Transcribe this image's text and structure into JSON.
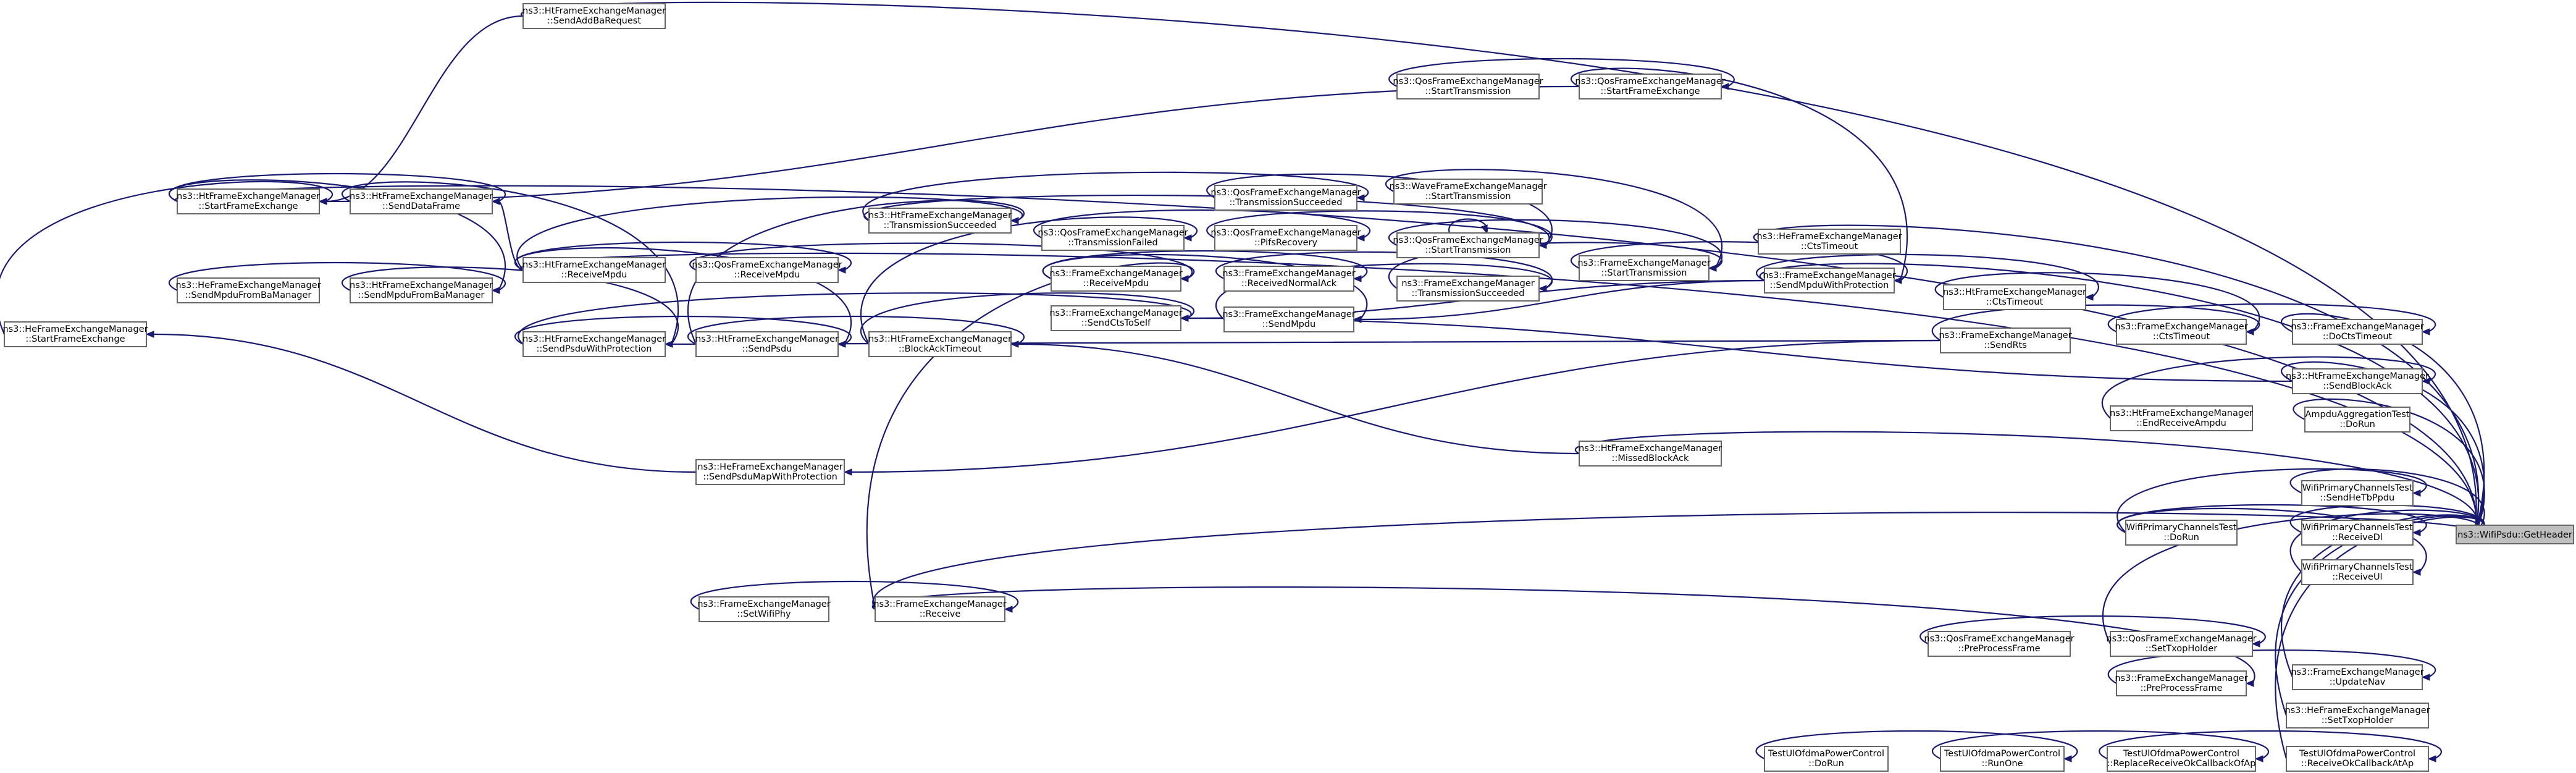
{
  "graph": {
    "root_node": "n_root",
    "nodes": [
      {
        "id": "n_root",
        "line1": "ns3::WifiPsdu::GetHeader",
        "line2": ""
      },
      {
        "id": "n_doCtsTimeout",
        "line1": "ns3::FrameExchangeManager",
        "line2": "::DoCtsTimeout"
      },
      {
        "id": "n_sendBlockAck",
        "line1": "ns3::HtFrameExchangeManager",
        "line2": "::SendBlockAck"
      },
      {
        "id": "n_ampduAggTest",
        "line1": "AmpduAggregationTest",
        "line2": "::DoRun"
      },
      {
        "id": "n_sendHeTbPpdu",
        "line1": "WifiPrimaryChannelsTest",
        "line2": "::SendHeTbPpdu"
      },
      {
        "id": "n_receiveDl",
        "line1": "WifiPrimaryChannelsTest",
        "line2": "::ReceiveDl"
      },
      {
        "id": "n_receiveUl",
        "line1": "WifiPrimaryChannelsTest",
        "line2": "::ReceiveUl"
      },
      {
        "id": "n_updateNav",
        "line1": "ns3::FrameExchangeManager",
        "line2": "::UpdateNav"
      },
      {
        "id": "n_heSetTxop",
        "line1": "ns3::HeFrameExchangeManager",
        "line2": "::SetTxopHolder"
      },
      {
        "id": "n_recvOkCbAtAp",
        "line1": "TestUlOfdmaPowerControl",
        "line2": "::ReceiveOkCallbackAtAp"
      },
      {
        "id": "n_ctsTimeout",
        "line1": "ns3::FrameExchangeManager",
        "line2": "::CtsTimeout"
      },
      {
        "id": "n_htCtsTimeout",
        "line1": "ns3::HtFrameExchangeManager",
        "line2": "::CtsTimeout"
      },
      {
        "id": "n_heCtsTimeout",
        "line1": "ns3::HeFrameExchangeManager",
        "line2": "::CtsTimeout"
      },
      {
        "id": "n_sendRts",
        "line1": "ns3::FrameExchangeManager",
        "line2": "::SendRts"
      },
      {
        "id": "n_sendMpduWithProt",
        "line1": "ns3::FrameExchangeManager",
        "line2": "::SendMpduWithProtection"
      },
      {
        "id": "n_endReceiveAmpdu",
        "line1": "ns3::HtFrameExchangeManager",
        "line2": "::EndReceiveAmpdu"
      },
      {
        "id": "n_wpcDoRun",
        "line1": "WifiPrimaryChannelsTest",
        "line2": "::DoRun"
      },
      {
        "id": "n_qosSetTxop",
        "line1": "ns3::QosFrameExchangeManager",
        "line2": "::SetTxopHolder"
      },
      {
        "id": "n_qosPreProcess",
        "line1": "ns3::QosFrameExchangeManager",
        "line2": "::PreProcessFrame"
      },
      {
        "id": "n_preProcess",
        "line1": "ns3::FrameExchangeManager",
        "line2": "::PreProcessFrame"
      },
      {
        "id": "n_replaceRecvOk",
        "line1": "TestUlOfdmaPowerControl",
        "line2": "::ReplaceReceiveOkCallbackOfAp"
      },
      {
        "id": "n_runOne",
        "line1": "TestUlOfdmaPowerControl",
        "line2": "::RunOne"
      },
      {
        "id": "n_tupcDoRun",
        "line1": "TestUlOfdmaPowerControl",
        "line2": "::DoRun"
      },
      {
        "id": "n_fStartTx",
        "line1": "ns3::FrameExchangeManager",
        "line2": "::StartTransmission"
      },
      {
        "id": "n_waveStartTx",
        "line1": "ns3::WaveFrameExchangeManager",
        "line2": "::StartTransmission"
      },
      {
        "id": "n_qosStartTx",
        "line1": "ns3::QosFrameExchangeManager",
        "line2": "::StartTransmission"
      },
      {
        "id": "n_qosStartTx2",
        "line1": "ns3::QosFrameExchangeManager",
        "line2": "::StartTransmission"
      },
      {
        "id": "n_qosStartFE",
        "line1": "ns3::QosFrameExchangeManager",
        "line2": "::StartFrameExchange"
      },
      {
        "id": "n_fTxSucceeded",
        "line1": "ns3::FrameExchangeManager",
        "line2": "::TransmissionSucceeded"
      },
      {
        "id": "n_qosTxSucceeded",
        "line1": "ns3::QosFrameExchangeManager",
        "line2": "::TransmissionSucceeded"
      },
      {
        "id": "n_qosPifs",
        "line1": "ns3::QosFrameExchangeManager",
        "line2": "::PifsRecovery"
      },
      {
        "id": "n_fReceivedNormalAck",
        "line1": "ns3::FrameExchangeManager",
        "line2": "::ReceivedNormalAck"
      },
      {
        "id": "n_fSendMpdu",
        "line1": "ns3::FrameExchangeManager",
        "line2": "::SendMpdu"
      },
      {
        "id": "n_qosTxFailed",
        "line1": "ns3::QosFrameExchangeManager",
        "line2": "::TransmissionFailed"
      },
      {
        "id": "n_fReceiveMpdu",
        "line1": "ns3::FrameExchangeManager",
        "line2": "::ReceiveMpdu"
      },
      {
        "id": "n_fSendCtsToSelf",
        "line1": "ns3::FrameExchangeManager",
        "line2": "::SendCtsToSelf"
      },
      {
        "id": "n_htTxSucceeded",
        "line1": "ns3::HtFrameExchangeManager",
        "line2": "::TransmissionSucceeded"
      },
      {
        "id": "n_htBlockAckTimeout",
        "line1": "ns3::HtFrameExchangeManager",
        "line2": "::BlockAckTimeout"
      },
      {
        "id": "n_htMissedBlockAck",
        "line1": "ns3::HtFrameExchangeManager",
        "line2": "::MissedBlockAck"
      },
      {
        "id": "n_fReceive",
        "line1": "ns3::FrameExchangeManager",
        "line2": "::Receive"
      },
      {
        "id": "n_fSetWifiPhy",
        "line1": "ns3::FrameExchangeManager",
        "line2": "::SetWifiPhy"
      },
      {
        "id": "n_heSendPsduMap",
        "line1": "ns3::HeFrameExchangeManager",
        "line2": "::SendPsduMapWithProtection"
      },
      {
        "id": "n_qosReceiveMpdu",
        "line1": "ns3::QosFrameExchangeManager",
        "line2": "::ReceiveMpdu"
      },
      {
        "id": "n_htSendPsdu",
        "line1": "ns3::HtFrameExchangeManager",
        "line2": "::SendPsdu"
      },
      {
        "id": "n_htSendAddBa",
        "line1": "ns3::HtFrameExchangeManager",
        "line2": "::SendAddBaRequest"
      },
      {
        "id": "n_htReceiveMpdu",
        "line1": "ns3::HtFrameExchangeManager",
        "line2": "::ReceiveMpdu"
      },
      {
        "id": "n_htSendPsduWithProt",
        "line1": "ns3::HtFrameExchangeManager",
        "line2": "::SendPsduWithProtection"
      },
      {
        "id": "n_htStartFE",
        "line1": "ns3::HtFrameExchangeManager",
        "line2": "::StartFrameExchange"
      },
      {
        "id": "n_htSendDataFrame",
        "line1": "ns3::HtFrameExchangeManager",
        "line2": "::SendDataFrame"
      },
      {
        "id": "n_htSendMpduFromBaMgr",
        "line1": "ns3::HtFrameExchangeManager",
        "line2": "::SendMpduFromBaManager"
      },
      {
        "id": "n_heSendMpduFromBaMgr",
        "line1": "ns3::HeFrameExchangeManager",
        "line2": "::SendMpduFromBaManager"
      },
      {
        "id": "n_heStartFE",
        "line1": "ns3::HeFrameExchangeManager",
        "line2": "::StartFrameExchange"
      }
    ],
    "edges": [
      {
        "from": "n_doCtsTimeout",
        "to": "n_root"
      },
      {
        "from": "n_sendBlockAck",
        "to": "n_root"
      },
      {
        "from": "n_ampduAggTest",
        "to": "n_root"
      },
      {
        "from": "n_sendHeTbPpdu",
        "to": "n_root"
      },
      {
        "from": "n_receiveDl",
        "to": "n_root"
      },
      {
        "from": "n_receiveUl",
        "to": "n_root"
      },
      {
        "from": "n_updateNav",
        "to": "n_root"
      },
      {
        "from": "n_heSetTxop",
        "to": "n_root"
      },
      {
        "from": "n_recvOkCbAtAp",
        "to": "n_root"
      },
      {
        "from": "n_heCtsTimeout",
        "to": "n_root"
      },
      {
        "from": "n_sendMpduWithProt",
        "to": "n_root"
      },
      {
        "from": "n_htMissedBlockAck",
        "to": "n_root"
      },
      {
        "from": "n_fReceive",
        "to": "n_root"
      },
      {
        "from": "n_qosSetTxop",
        "to": "n_root"
      },
      {
        "from": "n_htSendAddBa",
        "to": "n_root"
      },
      {
        "from": "n_htStartFE",
        "to": "n_root"
      },
      {
        "from": "n_htReceiveMpdu",
        "to": "n_root"
      },
      {
        "from": "n_ctsTimeout",
        "to": "n_doCtsTimeout"
      },
      {
        "from": "n_htCtsTimeout",
        "to": "n_ctsTimeout"
      },
      {
        "from": "n_sendRts",
        "to": "n_ctsTimeout"
      },
      {
        "from": "n_sendMpduWithProt",
        "to": "n_htCtsTimeout"
      },
      {
        "from": "n_endReceiveAmpdu",
        "to": "n_sendBlockAck"
      },
      {
        "from": "n_wpcDoRun",
        "to": "n_sendHeTbPpdu"
      },
      {
        "from": "n_wpcDoRun",
        "to": "n_receiveDl"
      },
      {
        "from": "n_wpcDoRun",
        "to": "n_receiveUl"
      },
      {
        "from": "n_qosPreProcess",
        "to": "n_qosSetTxop"
      },
      {
        "from": "n_preProcess",
        "to": "n_updateNav"
      },
      {
        "from": "n_fReceive",
        "to": "n_preProcess"
      },
      {
        "from": "n_tupcDoRun",
        "to": "n_runOne"
      },
      {
        "from": "n_runOne",
        "to": "n_replaceRecvOk"
      },
      {
        "from": "n_replaceRecvOk",
        "to": "n_recvOkCbAtAp"
      },
      {
        "from": "n_fStartTx",
        "to": "n_sendMpduWithProt"
      },
      {
        "from": "n_waveStartTx",
        "to": "n_fStartTx"
      },
      {
        "from": "n_qosStartTx2",
        "to": "n_fStartTx"
      },
      {
        "from": "n_fTxSucceeded",
        "to": "n_fStartTx"
      },
      {
        "from": "n_qosStartTx",
        "to": "n_qosStartFE"
      },
      {
        "from": "n_qosStartFE",
        "to": "n_sendMpduWithProt"
      },
      {
        "from": "n_qosTxSucceeded",
        "to": "n_qosStartTx2"
      },
      {
        "from": "n_qosPifs",
        "to": "n_qosStartTx2"
      },
      {
        "from": "n_qosStartTx2",
        "to": "n_qosStartTx2"
      },
      {
        "from": "n_fReceivedNormalAck",
        "to": "n_fTxSucceeded"
      },
      {
        "from": "n_fSendMpdu",
        "to": "n_fTxSucceeded"
      },
      {
        "from": "n_sendMpduWithProt",
        "to": "n_fSendMpdu"
      },
      {
        "from": "n_sendMpduWithProt",
        "to": "n_fSendCtsToSelf"
      },
      {
        "from": "n_qosTxFailed",
        "to": "n_qosPifs"
      },
      {
        "from": "n_fReceiveMpdu",
        "to": "n_fReceivedNormalAck"
      },
      {
        "from": "n_fReceiveMpdu",
        "to": "n_fSendMpdu"
      },
      {
        "from": "n_htTxSucceeded",
        "to": "n_qosTxSucceeded"
      },
      {
        "from": "n_htBlockAckTimeout",
        "to": "n_qosTxFailed"
      },
      {
        "from": "n_htBlockAckTimeout",
        "to": "n_fSendCtsToSelf"
      },
      {
        "from": "n_fReceive",
        "to": "n_fReceiveMpdu"
      },
      {
        "from": "n_fSetWifiPhy",
        "to": "n_fReceive"
      },
      {
        "from": "n_qosReceiveMpdu",
        "to": "n_fReceiveMpdu"
      },
      {
        "from": "n_htReceiveMpdu",
        "to": "n_qosReceiveMpdu"
      },
      {
        "from": "n_htSendPsdu",
        "to": "n_htTxSucceeded"
      },
      {
        "from": "n_htSendPsdu",
        "to": "n_htBlockAckTimeout"
      },
      {
        "from": "n_htReceiveMpdu",
        "to": "n_htSendPsdu"
      },
      {
        "from": "n_htSendPsduWithProt",
        "to": "n_htSendPsdu"
      },
      {
        "from": "n_htSendPsduWithProt",
        "to": "n_fSendCtsToSelf"
      },
      {
        "from": "n_htSendDataFrame",
        "to": "n_htSendPsduWithProt"
      },
      {
        "from": "n_htSendMpduFromBaMgr",
        "to": "n_htSendPsduWithProt"
      },
      {
        "from": "n_sendRts",
        "to": "n_htSendPsduWithProt"
      },
      {
        "from": "n_sendRts",
        "to": "n_heSendPsduMap"
      },
      {
        "from": "n_htStartFE",
        "to": "n_htSendDataFrame"
      },
      {
        "from": "n_htStartFE",
        "to": "n_htSendMpduFromBaMgr"
      },
      {
        "from": "n_heSendMpduFromBaMgr",
        "to": "n_htSendMpduFromBaMgr"
      },
      {
        "from": "n_heStartFE",
        "to": "n_htStartFE"
      },
      {
        "from": "n_heSendPsduMap",
        "to": "n_heStartFE"
      },
      {
        "from": "n_htSendAddBa",
        "to": "n_htStartFE"
      },
      {
        "from": "n_htReceiveMpdu",
        "to": "n_htTxSucceeded"
      },
      {
        "from": "n_htReceiveMpdu",
        "to": "n_htSendDataFrame"
      },
      {
        "from": "n_qosStartFE",
        "to": "n_htStartFE"
      },
      {
        "from": "n_sendBlockAck",
        "to": "n_fSendCtsToSelf"
      },
      {
        "from": "n_htMissedBlockAck",
        "to": "n_htBlockAckTimeout"
      },
      {
        "from": "n_htTxSucceeded",
        "to": "n_qosStartTx2"
      }
    ]
  }
}
